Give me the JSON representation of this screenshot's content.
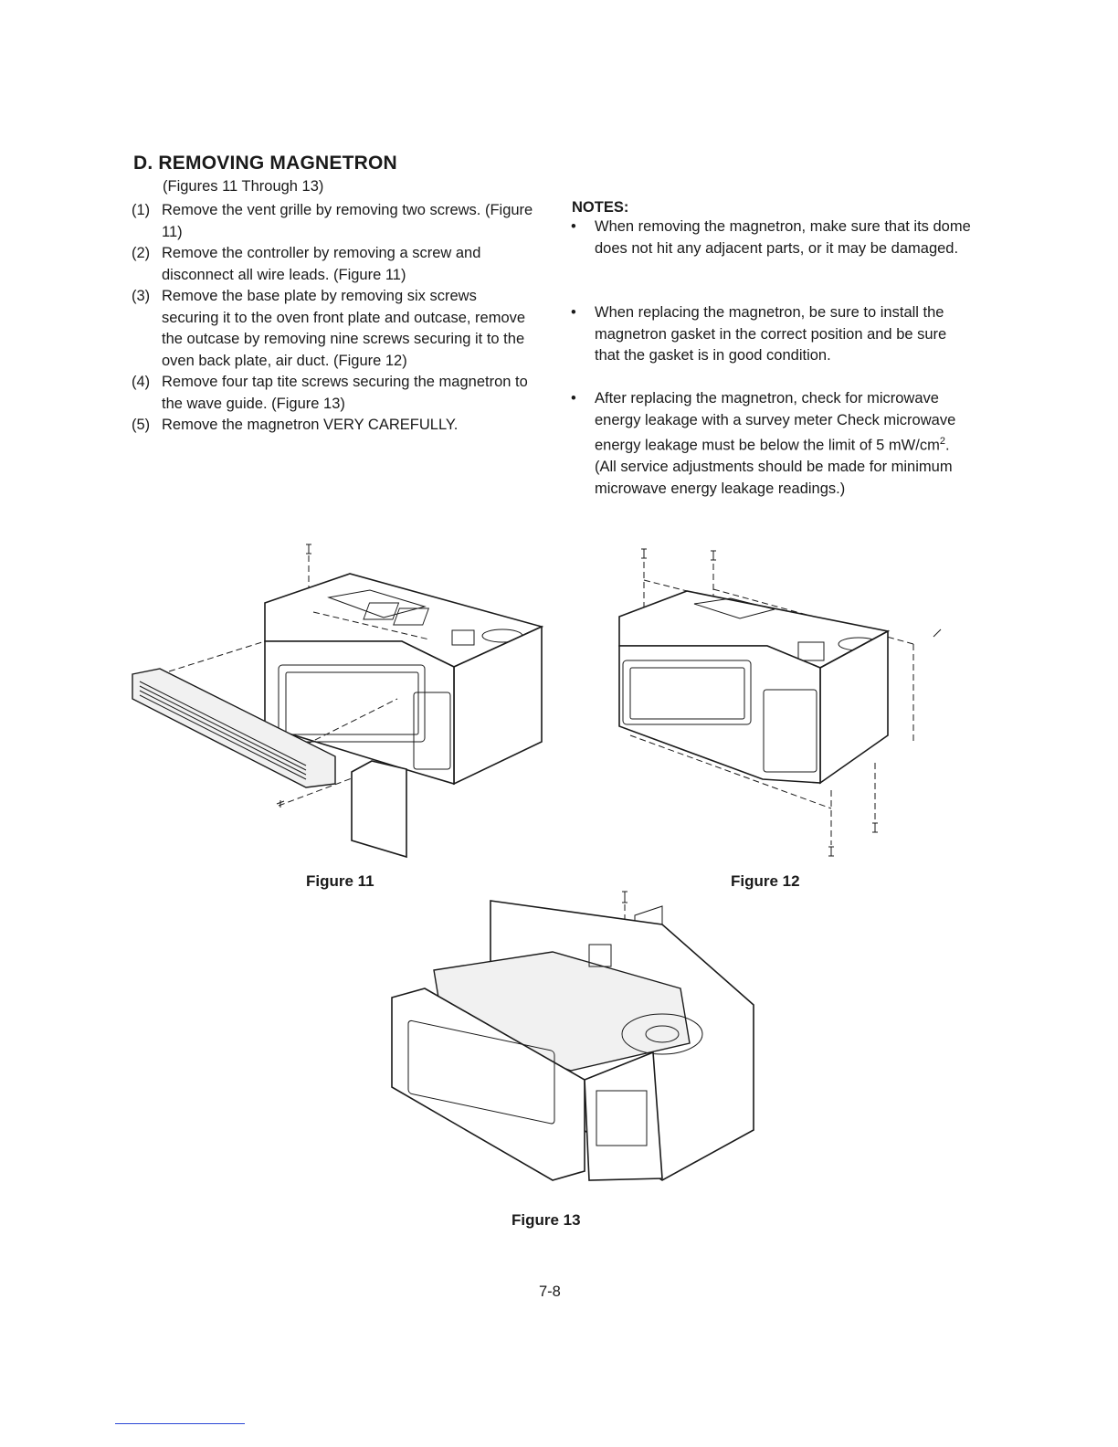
{
  "section": {
    "heading": "D. REMOVING MAGNETRON",
    "subheading": "(Figures 11 Through 13)"
  },
  "steps": [
    {
      "num": "(1)",
      "text": "Remove the vent grille by removing two screws. (Figure 11)"
    },
    {
      "num": "(2)",
      "text": "Remove the controller by removing a screw and disconnect all wire leads. (Figure 11)"
    },
    {
      "num": "(3)",
      "text": "Remove the base plate by removing six screws securing it to the oven front plate and outcase, remove the outcase by removing nine screws securing it to the oven back plate, air duct. (Figure 12)"
    },
    {
      "num": "(4)",
      "text": "Remove four tap tite screws securing the magnetron to the wave guide. (Figure 13)"
    },
    {
      "num": "(5)",
      "text": "Remove the magnetron VERY CAREFULLY."
    }
  ],
  "notes": {
    "title": "NOTES:",
    "bullet": "•",
    "items": [
      {
        "text": "When removing the magnetron, make sure that its dome does not hit any adjacent parts, or it may be damaged."
      },
      {
        "text": "When replacing the magnetron, be sure to install the magnetron gasket in the correct position and be sure that the gasket is in good condition."
      },
      {
        "text_before": "After replacing the magnetron, check for microwave energy leakage with a survey meter Check microwave energy leakage must be below the limit of 5 mW/cm",
        "superscript": "2",
        "text_after": ". (All service adjustments should be made for minimum microwave energy leakage readings.)"
      }
    ]
  },
  "figures": [
    {
      "caption": "Figure 11"
    },
    {
      "caption": "Figure 12"
    },
    {
      "caption": "Figure 13"
    }
  ],
  "page_number": "7-8"
}
